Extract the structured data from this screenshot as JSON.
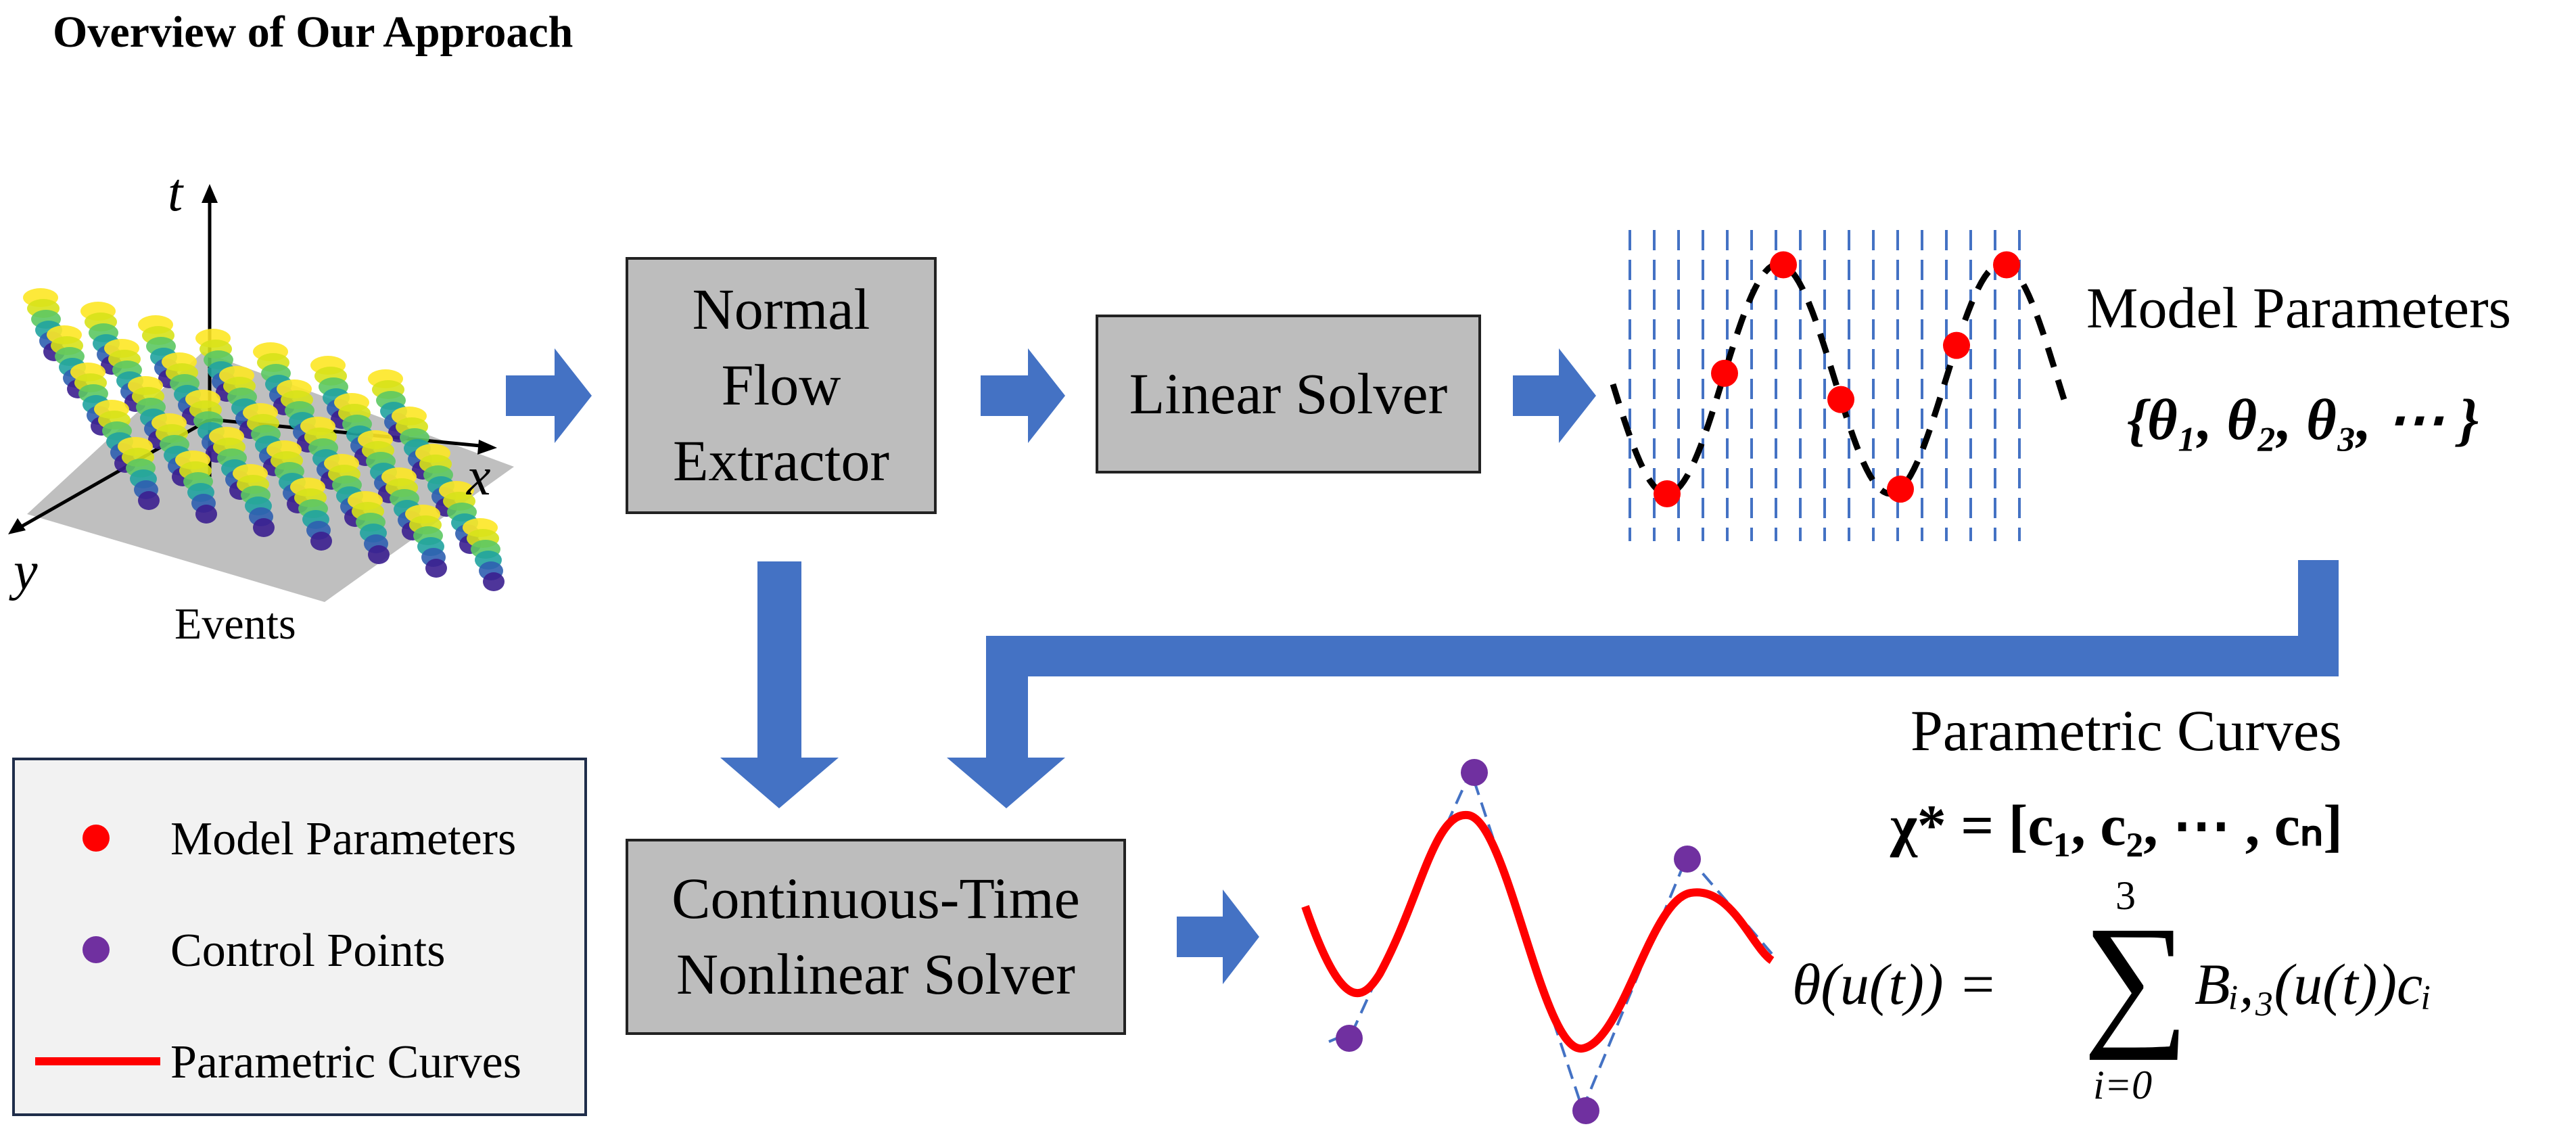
{
  "title": "Overview of Our Approach",
  "events": {
    "axis_t": "t",
    "axis_x": "x",
    "axis_y": "y",
    "caption": "Events"
  },
  "boxes": {
    "normal_flow": [
      "Normal",
      "Flow",
      "Extractor"
    ],
    "linear_solver": "Linear Solver",
    "nonlinear_solver": [
      "Continuous-Time",
      "Nonlinear Solver"
    ]
  },
  "model_parameters": {
    "label": "Model Parameters",
    "formula": "{θ₁, θ₂, θ₃, ⋯ }"
  },
  "parametric_curves": {
    "label": "Parametric Curves",
    "chi_formula": "χ* = [c₁, c₂, ⋯ , cₙ]",
    "theta_lhs": "θ(u(t)) = ",
    "sum_upper": "3",
    "sum_lower": "i=0",
    "theta_rhs": "Bᵢ,₃(u(t))cᵢ"
  },
  "legend": {
    "items": [
      {
        "label": "Model Parameters",
        "color": "#ff0000"
      },
      {
        "label": "Control Points",
        "color": "#7030a0"
      },
      {
        "label": "Parametric Curves",
        "color": "#ff0000"
      }
    ]
  },
  "colors": {
    "arrow": "#4472c4",
    "box": "#bdbdbd",
    "dash_lines": "#4472c4",
    "curve": "#ff0000",
    "control": "#7030a0"
  }
}
